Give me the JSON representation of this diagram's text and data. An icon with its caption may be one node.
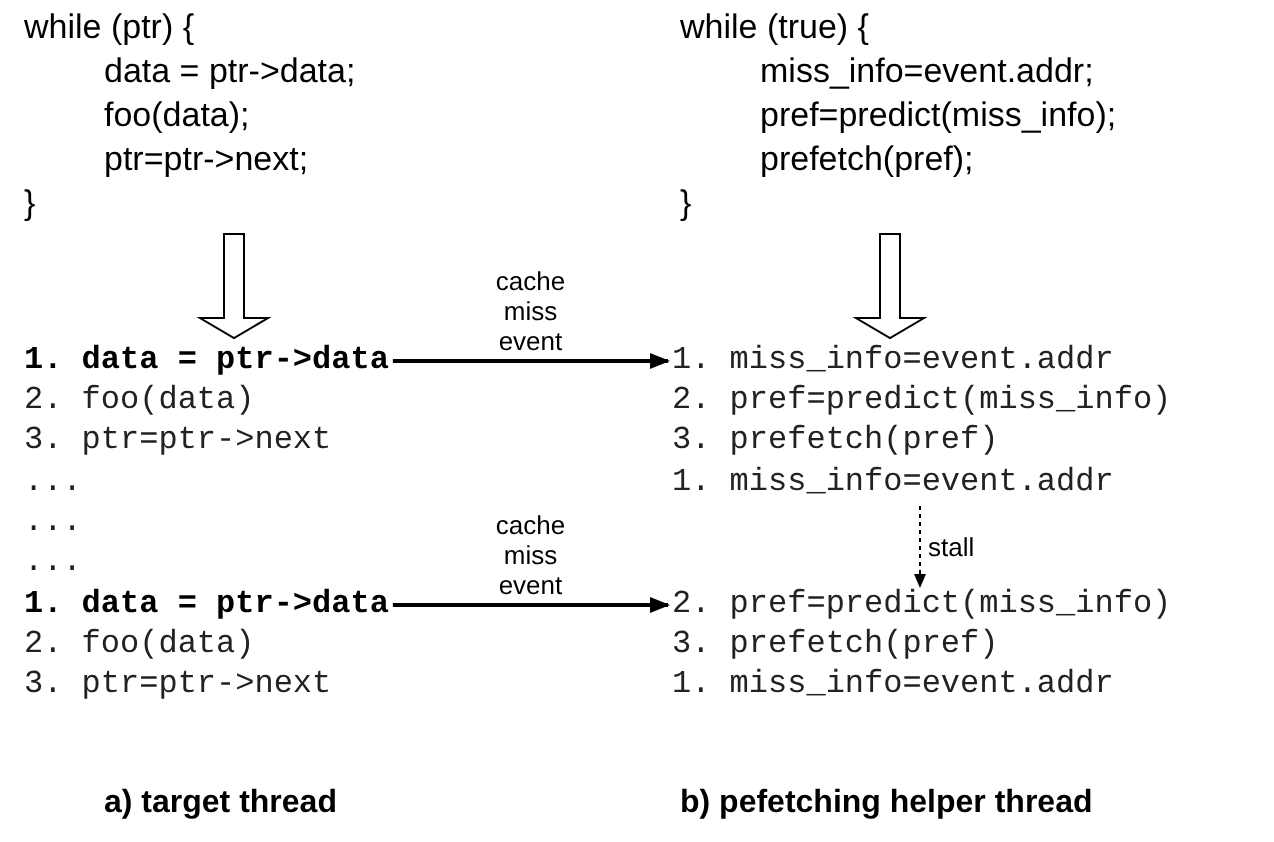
{
  "diagram": {
    "nodes": [
      {
        "text": [
          "while (ptr) {",
          "data = ptr->data;",
          "foo(data);",
          "ptr=ptr->next;",
          "}"
        ]
      },
      {
        "text": [
          "1. data = ptr->data"
        ]
      },
      {
        "text": [
          "2. foo(data)"
        ]
      },
      {
        "text": [
          "3. ptr=ptr->next"
        ]
      },
      {
        "text": [
          "..."
        ]
      },
      {
        "text": [
          "..."
        ]
      },
      {
        "text": [
          "..."
        ]
      },
      {
        "text": [
          "1. data = ptr->data"
        ]
      },
      {
        "text": [
          "2. foo(data)"
        ]
      },
      {
        "text": [
          "3. ptr=ptr->next"
        ]
      },
      {
        "text": [
          "while (true) {",
          "miss_info=event.addr;",
          "pref=predict(miss_info);",
          "prefetch(pref);",
          "}"
        ]
      },
      {
        "text": [
          "1. miss_info=event.addr"
        ]
      },
      {
        "text": [
          "2. pref=predict(miss_info)"
        ]
      },
      {
        "text": [
          "3. prefetch(pref)"
        ]
      },
      {
        "text": [
          "1. miss_info=event.addr"
        ]
      },
      {
        "text": [
          "2. pref=predict(miss_info)"
        ]
      },
      {
        "text": [
          "3. prefetch(pref)"
        ]
      },
      {
        "text": [
          "1. miss_info=event.addr"
        ]
      }
    ],
    "edges": [
      {
        "from": 0,
        "to": 1,
        "arrow": "to",
        "style": "thick"
      },
      {
        "from": 10,
        "to": 11,
        "arrow": "to",
        "style": "thick"
      },
      {
        "from": 1,
        "to": 11,
        "arrow": "to",
        "label": "cache miss event"
      },
      {
        "from": 14,
        "to": 15,
        "arrow": "to",
        "label": "stall",
        "style": "dashed"
      },
      {
        "from": 7,
        "to": 15,
        "arrow": "to",
        "label": "cache miss event"
      }
    ],
    "labels": [
      "a) target thread",
      "b) pefetching helper thread"
    ]
  }
}
